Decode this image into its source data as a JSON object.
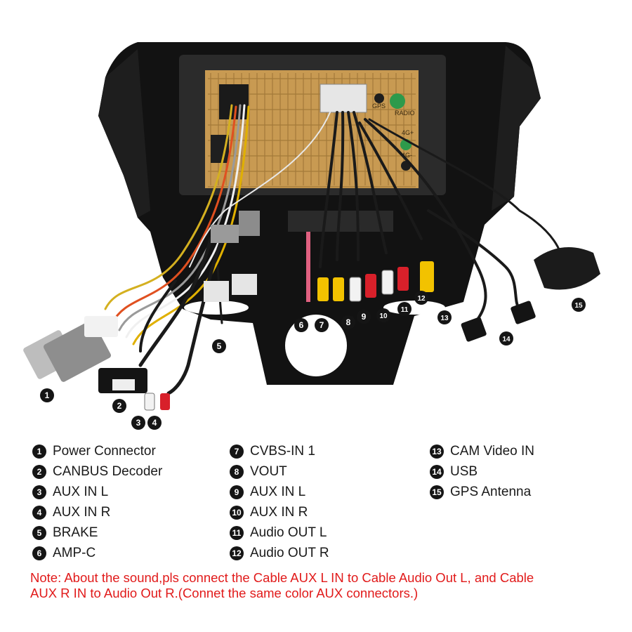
{
  "callouts": [
    "1",
    "2",
    "3",
    "4",
    "5",
    "6",
    "7",
    "8",
    "9",
    "10",
    "11",
    "12",
    "13",
    "14",
    "15"
  ],
  "legend": {
    "col1": [
      {
        "num": "1",
        "label": "Power Connector"
      },
      {
        "num": "2",
        "label": "CANBUS Decoder"
      },
      {
        "num": "3",
        "label": "AUX IN L"
      },
      {
        "num": "4",
        "label": "AUX IN R"
      },
      {
        "num": "5",
        "label": "BRAKE"
      },
      {
        "num": "6",
        "label": "AMP-C"
      }
    ],
    "col2": [
      {
        "num": "7",
        "label": "CVBS-IN 1"
      },
      {
        "num": "8",
        "label": "VOUT"
      },
      {
        "num": "9",
        "label": "AUX IN L"
      },
      {
        "num": "10",
        "label": "AUX IN R"
      },
      {
        "num": "11",
        "label": "Audio OUT L"
      },
      {
        "num": "12",
        "label": "Audio OUT R"
      }
    ],
    "col3": [
      {
        "num": "13",
        "label": "CAM Video IN"
      },
      {
        "num": "14",
        "label": "USB"
      },
      {
        "num": "15",
        "label": "GPS Antenna"
      }
    ]
  },
  "note": {
    "line1": "Note: About the sound,pls connect the Cable AUX L IN to Cable Audio Out L, and Cable",
    "line2": "AUX R IN to  Audio Out R.(Connet the same color AUX connectors.)"
  },
  "panel_labels": [
    "GPS",
    "RADIO",
    "4G+",
    "4G-"
  ],
  "colors": {
    "bezel": "#121212",
    "board": "#c89a52",
    "rca_yellow": "#f2c200",
    "rca_red": "#d8202a",
    "rca_white": "#f2f2f2",
    "note_red": "#e11a1a",
    "badge": "#151515"
  }
}
